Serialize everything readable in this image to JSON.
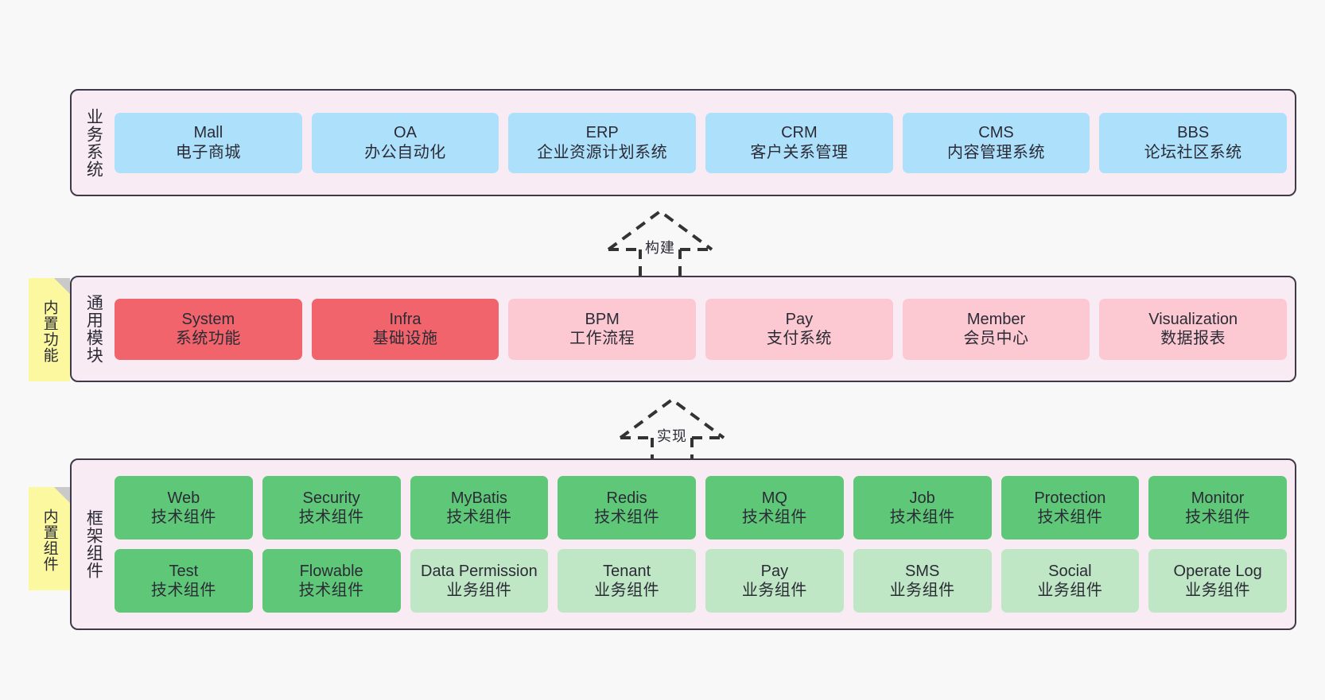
{
  "diagram": {
    "background_color": "#f8f8f8",
    "panel_fill": "#f9ebf4",
    "panel_border": "#40394a",
    "note_fill": "#fbf8a0",
    "colors": {
      "blue": "#ade0fb",
      "red": "#f2646b",
      "pink": "#fcc9d3",
      "green": "#5fc878",
      "light_green": "#bfe7c5"
    }
  },
  "notes": [
    {
      "label": "内置功能"
    },
    {
      "label": "内置组件"
    }
  ],
  "connectors": [
    {
      "label": "构建",
      "style": "dashed-generalization-arrow-up"
    },
    {
      "label": "实现",
      "style": "dashed-generalization-arrow-up"
    }
  ],
  "panels": [
    {
      "key": "business",
      "label": "业务系统",
      "rows": [
        {
          "cards": [
            {
              "en": "Mall",
              "cn": "电子商城",
              "color": "blue"
            },
            {
              "en": "OA",
              "cn": "办公自动化",
              "color": "blue"
            },
            {
              "en": "ERP",
              "cn": "企业资源计划系统",
              "color": "blue"
            },
            {
              "en": "CRM",
              "cn": "客户关系管理",
              "color": "blue"
            },
            {
              "en": "CMS",
              "cn": "内容管理系统",
              "color": "blue"
            },
            {
              "en": "BBS",
              "cn": "论坛社区系统",
              "color": "blue"
            }
          ]
        }
      ]
    },
    {
      "key": "common",
      "label": "通用模块",
      "rows": [
        {
          "cards": [
            {
              "en": "System",
              "cn": "系统功能",
              "color": "red"
            },
            {
              "en": "Infra",
              "cn": "基础设施",
              "color": "red"
            },
            {
              "en": "BPM",
              "cn": "工作流程",
              "color": "pink"
            },
            {
              "en": "Pay",
              "cn": "支付系统",
              "color": "pink"
            },
            {
              "en": "Member",
              "cn": "会员中心",
              "color": "pink"
            },
            {
              "en": "Visualization",
              "cn": "数据报表",
              "color": "pink"
            }
          ]
        }
      ]
    },
    {
      "key": "framework",
      "label": "框架组件",
      "rows": [
        {
          "cards": [
            {
              "en": "Web",
              "cn": "技术组件",
              "color": "green"
            },
            {
              "en": "Security",
              "cn": "技术组件",
              "color": "green"
            },
            {
              "en": "MyBatis",
              "cn": "技术组件",
              "color": "green"
            },
            {
              "en": "Redis",
              "cn": "技术组件",
              "color": "green"
            },
            {
              "en": "MQ",
              "cn": "技术组件",
              "color": "green"
            },
            {
              "en": "Job",
              "cn": "技术组件",
              "color": "green"
            },
            {
              "en": "Protection",
              "cn": "技术组件",
              "color": "green"
            },
            {
              "en": "Monitor",
              "cn": "技术组件",
              "color": "green"
            }
          ]
        },
        {
          "cards": [
            {
              "en": "Test",
              "cn": "技术组件",
              "color": "green"
            },
            {
              "en": "Flowable",
              "cn": "技术组件",
              "color": "green"
            },
            {
              "en": "Data Permission",
              "cn": "业务组件",
              "color": "light_green"
            },
            {
              "en": "Tenant",
              "cn": "业务组件",
              "color": "light_green"
            },
            {
              "en": "Pay",
              "cn": "业务组件",
              "color": "light_green"
            },
            {
              "en": "SMS",
              "cn": "业务组件",
              "color": "light_green"
            },
            {
              "en": "Social",
              "cn": "业务组件",
              "color": "light_green"
            },
            {
              "en": "Operate Log",
              "cn": "业务组件",
              "color": "light_green"
            }
          ]
        }
      ]
    }
  ]
}
